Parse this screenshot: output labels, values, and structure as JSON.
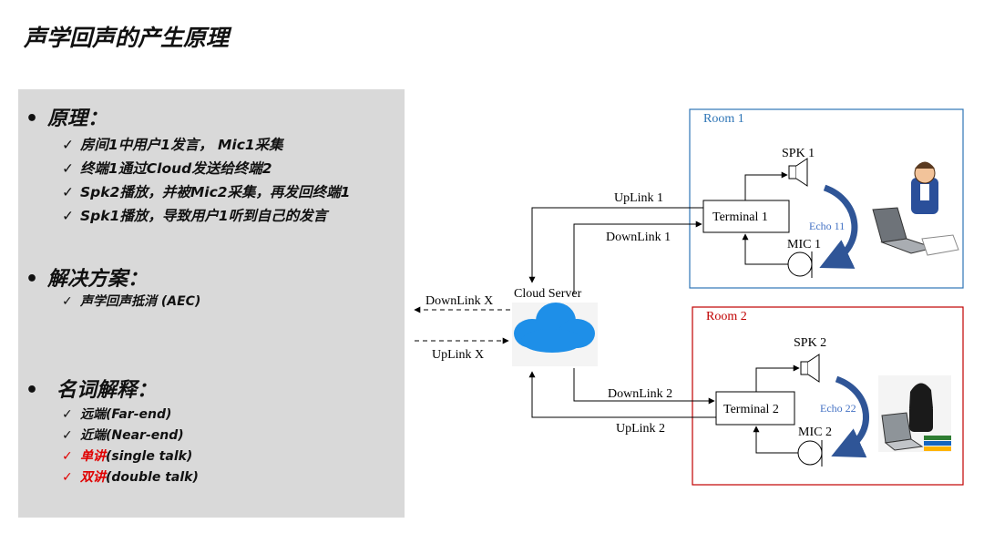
{
  "page": {
    "title": "声学回声的产生原理"
  },
  "left_panel": {
    "principle": {
      "heading": "原理：",
      "items": [
        "房间1中用户1发言， Mic1采集",
        "终端1通过Cloud发送给终端2",
        "Spk2播放，并被Mic2采集，再发回终端1",
        "Spk1播放，导致用户1听到自己的发言"
      ]
    },
    "solution": {
      "heading": "解决方案：",
      "items": [
        "声学回声抵消 (AEC)"
      ]
    },
    "glossary": {
      "heading": "名词解释：",
      "items": [
        {
          "prefix": "远端",
          "suffix": "(Far-end)",
          "highlight": false
        },
        {
          "prefix": "近端",
          "suffix": "(Near-end)",
          "highlight": false
        },
        {
          "prefix": "单讲",
          "suffix": "(single talk)",
          "highlight": true
        },
        {
          "prefix": "双讲",
          "suffix": "(double talk)",
          "highlight": true
        }
      ]
    },
    "bullet": "•",
    "check": "✓"
  },
  "diagram": {
    "room1": {
      "label": "Room 1",
      "speaker": "SPK 1",
      "terminal": "Terminal 1",
      "mic": "MIC 1",
      "echo": "Echo 11",
      "uplink": "UpLink 1",
      "downlink": "DownLink 1"
    },
    "room2": {
      "label": "Room 2",
      "speaker": "SPK 2",
      "terminal": "Terminal 2",
      "mic": "MIC 2",
      "echo": "Echo 22",
      "uplink": "UpLink 2",
      "downlink": "DownLink 2"
    },
    "cloud": {
      "label": "Cloud Server",
      "downlink_x": "DownLink X",
      "uplink_x": "UpLink X"
    },
    "colors": {
      "room1_border": "#2e75b6",
      "room2_border": "#c00000",
      "echo_arrow": "#2f5597",
      "cloud": "#1e8fe8",
      "echo_text": "#4472c4"
    }
  }
}
